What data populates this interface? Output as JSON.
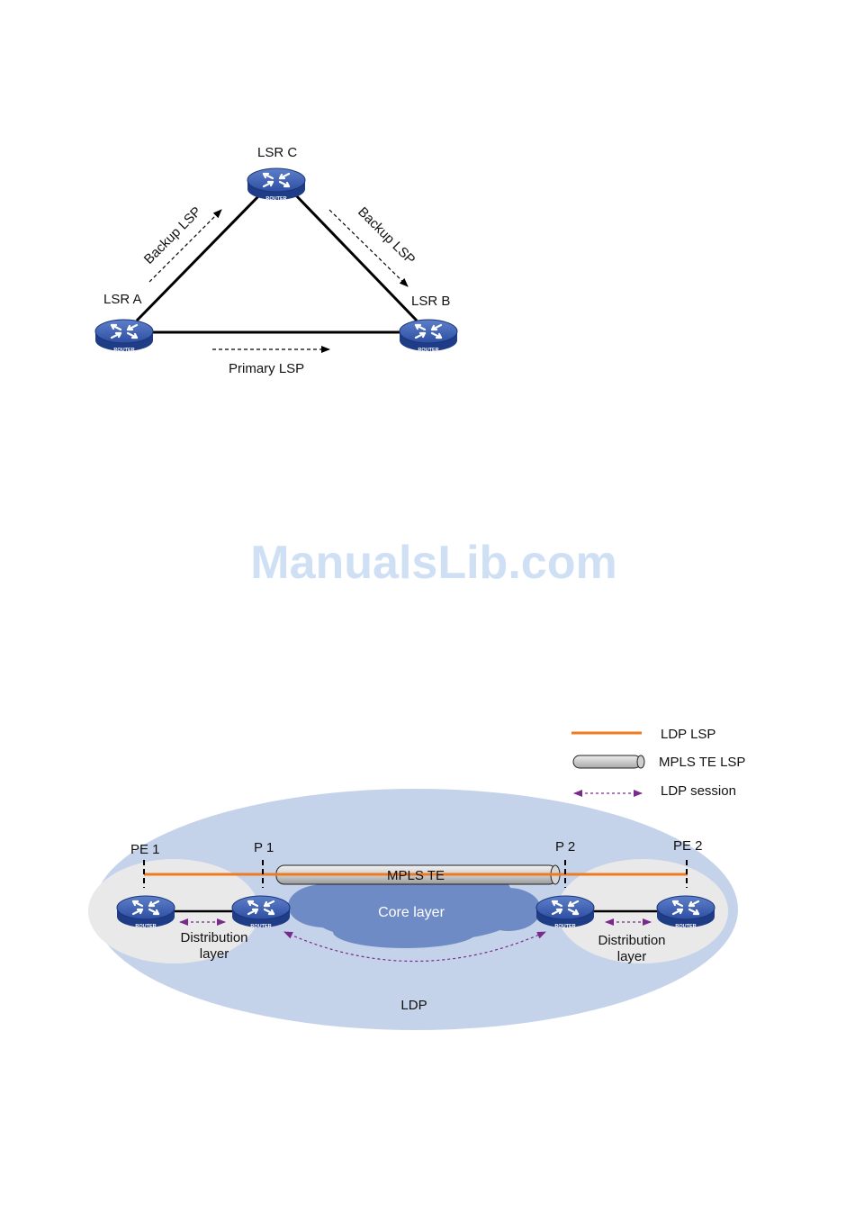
{
  "watermark": "ManualsLib.com",
  "diagram1": {
    "routers": {
      "a": "LSR A",
      "b": "LSR B",
      "c": "LSR C"
    },
    "router_badge": "ROUTER",
    "backup_label_left": "Backup LSP",
    "backup_label_right": "Backup LSP",
    "primary_label": "Primary LSP"
  },
  "diagram2": {
    "legend": {
      "ldp_lsp": "LDP LSP",
      "mpls_te_lsp": "MPLS TE LSP",
      "ldp_session": "LDP session"
    },
    "nodes": {
      "pe1": "PE 1",
      "p1": "P 1",
      "p2": "P 2",
      "pe2": "PE 2"
    },
    "tunnel_label": "MPLS TE",
    "core_label": "Core layer",
    "dist_left_1": "Distribution",
    "dist_left_2": "layer",
    "dist_right_1": "Distribution",
    "dist_right_2": "layer",
    "outer_label": "LDP",
    "router_badge": "ROUTER",
    "colors": {
      "ldp_lsp": "#ee7b22",
      "ellipse": "#c5d3ea",
      "cloud": "#6f8bc6",
      "session": "#7a2a8c"
    }
  }
}
